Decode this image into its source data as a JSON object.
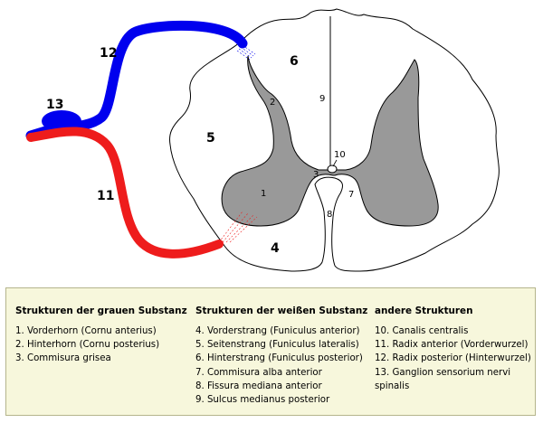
{
  "colors": {
    "white_matter": "#ffffff",
    "gray_matter": "#999999",
    "outline": "#000000",
    "anterior_root": "#ee1c1c",
    "posterior_root": "#0000ee",
    "legend_background": "#f7f7dc",
    "legend_border": "#b5b58c"
  },
  "labels": {
    "n1": "1",
    "n2": "2",
    "n3": "3",
    "n4": "4",
    "n5": "5",
    "n6": "6",
    "n7": "7",
    "n8": "8",
    "n9": "9",
    "n10": "10",
    "n11": "11",
    "n12": "12",
    "n13": "13"
  },
  "legend": {
    "columns": [
      {
        "heading": "Strukturen der grauen Substanz",
        "items": [
          "1. Vorderhorn (Cornu anterius)",
          "2. Hinterhorn (Cornu posterius)",
          "3. Commisura grisea"
        ]
      },
      {
        "heading": "Strukturen der weißen Substanz",
        "items": [
          "4. Vorderstrang (Funiculus anterior)",
          "5. Seitenstrang (Funiculus lateralis)",
          "6. Hinterstrang (Funiculus posterior)",
          "7. Commisura alba anterior",
          "8. Fissura mediana anterior",
          "9. Sulcus medianus posterior"
        ]
      },
      {
        "heading": "andere Strukturen",
        "items": [
          "10. Canalis centralis",
          "11. Radix anterior (Vorderwurzel)",
          "12. Radix posterior (Hinterwurzel)",
          "13. Ganglion sensorium nervi\n      spinalis"
        ]
      }
    ]
  }
}
